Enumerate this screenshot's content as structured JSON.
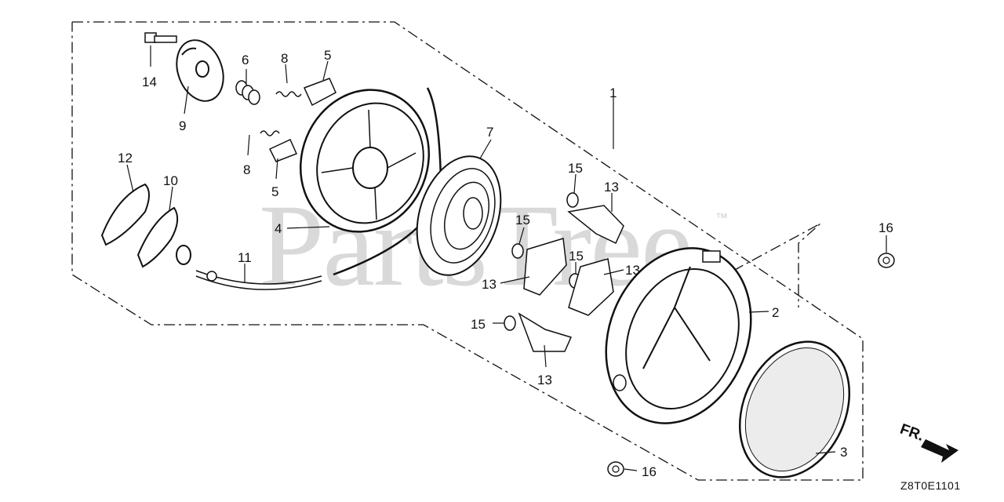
{
  "watermark": {
    "text": "PartsTree",
    "trademark": "™"
  },
  "diagram_code": "Z8T0E1101",
  "front_indicator": "FR.",
  "callouts": [
    {
      "id": "c1",
      "text": "1"
    },
    {
      "id": "c2",
      "text": "2"
    },
    {
      "id": "c3",
      "text": "3"
    },
    {
      "id": "c4",
      "text": "4"
    },
    {
      "id": "c5a",
      "text": "5"
    },
    {
      "id": "c5b",
      "text": "5"
    },
    {
      "id": "c6",
      "text": "6"
    },
    {
      "id": "c7",
      "text": "7"
    },
    {
      "id": "c8a",
      "text": "8"
    },
    {
      "id": "c8b",
      "text": "8"
    },
    {
      "id": "c9",
      "text": "9"
    },
    {
      "id": "c10",
      "text": "10"
    },
    {
      "id": "c11",
      "text": "11"
    },
    {
      "id": "c12",
      "text": "12"
    },
    {
      "id": "c13a",
      "text": "13"
    },
    {
      "id": "c13b",
      "text": "13"
    },
    {
      "id": "c13c",
      "text": "13"
    },
    {
      "id": "c13d",
      "text": "13"
    },
    {
      "id": "c14",
      "text": "14"
    },
    {
      "id": "c15a",
      "text": "15"
    },
    {
      "id": "c15b",
      "text": "15"
    },
    {
      "id": "c15c",
      "text": "15"
    },
    {
      "id": "c15d",
      "text": "15"
    },
    {
      "id": "c16a",
      "text": "16"
    },
    {
      "id": "c16b",
      "text": "16"
    }
  ]
}
